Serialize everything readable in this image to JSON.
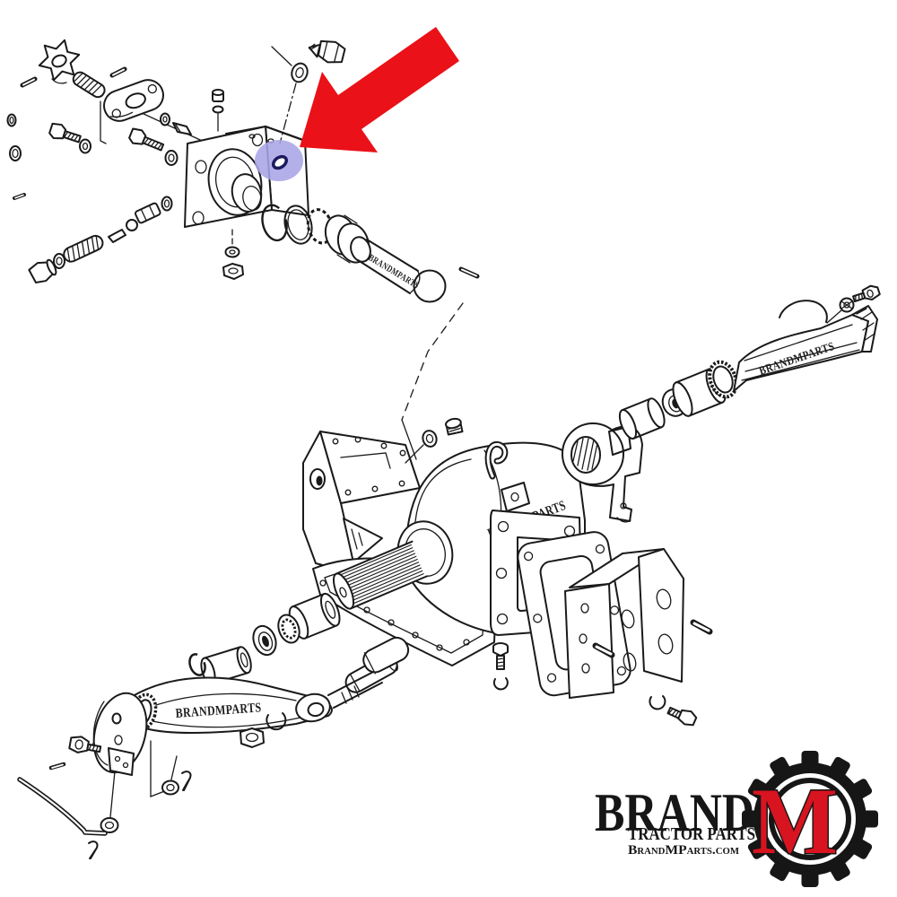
{
  "diagram": {
    "watermark": "BRANDMPARTS",
    "highlight_color": "#a8a5e6",
    "arrow_color": "#ea1118",
    "oring_stroke": "#1b1b5e"
  },
  "logo": {
    "brand": "BRAND",
    "m": "M",
    "tagline": "TRACTOR PARTS",
    "website": "BrandMParts.com",
    "black": "#161616",
    "red": "#d81420"
  }
}
